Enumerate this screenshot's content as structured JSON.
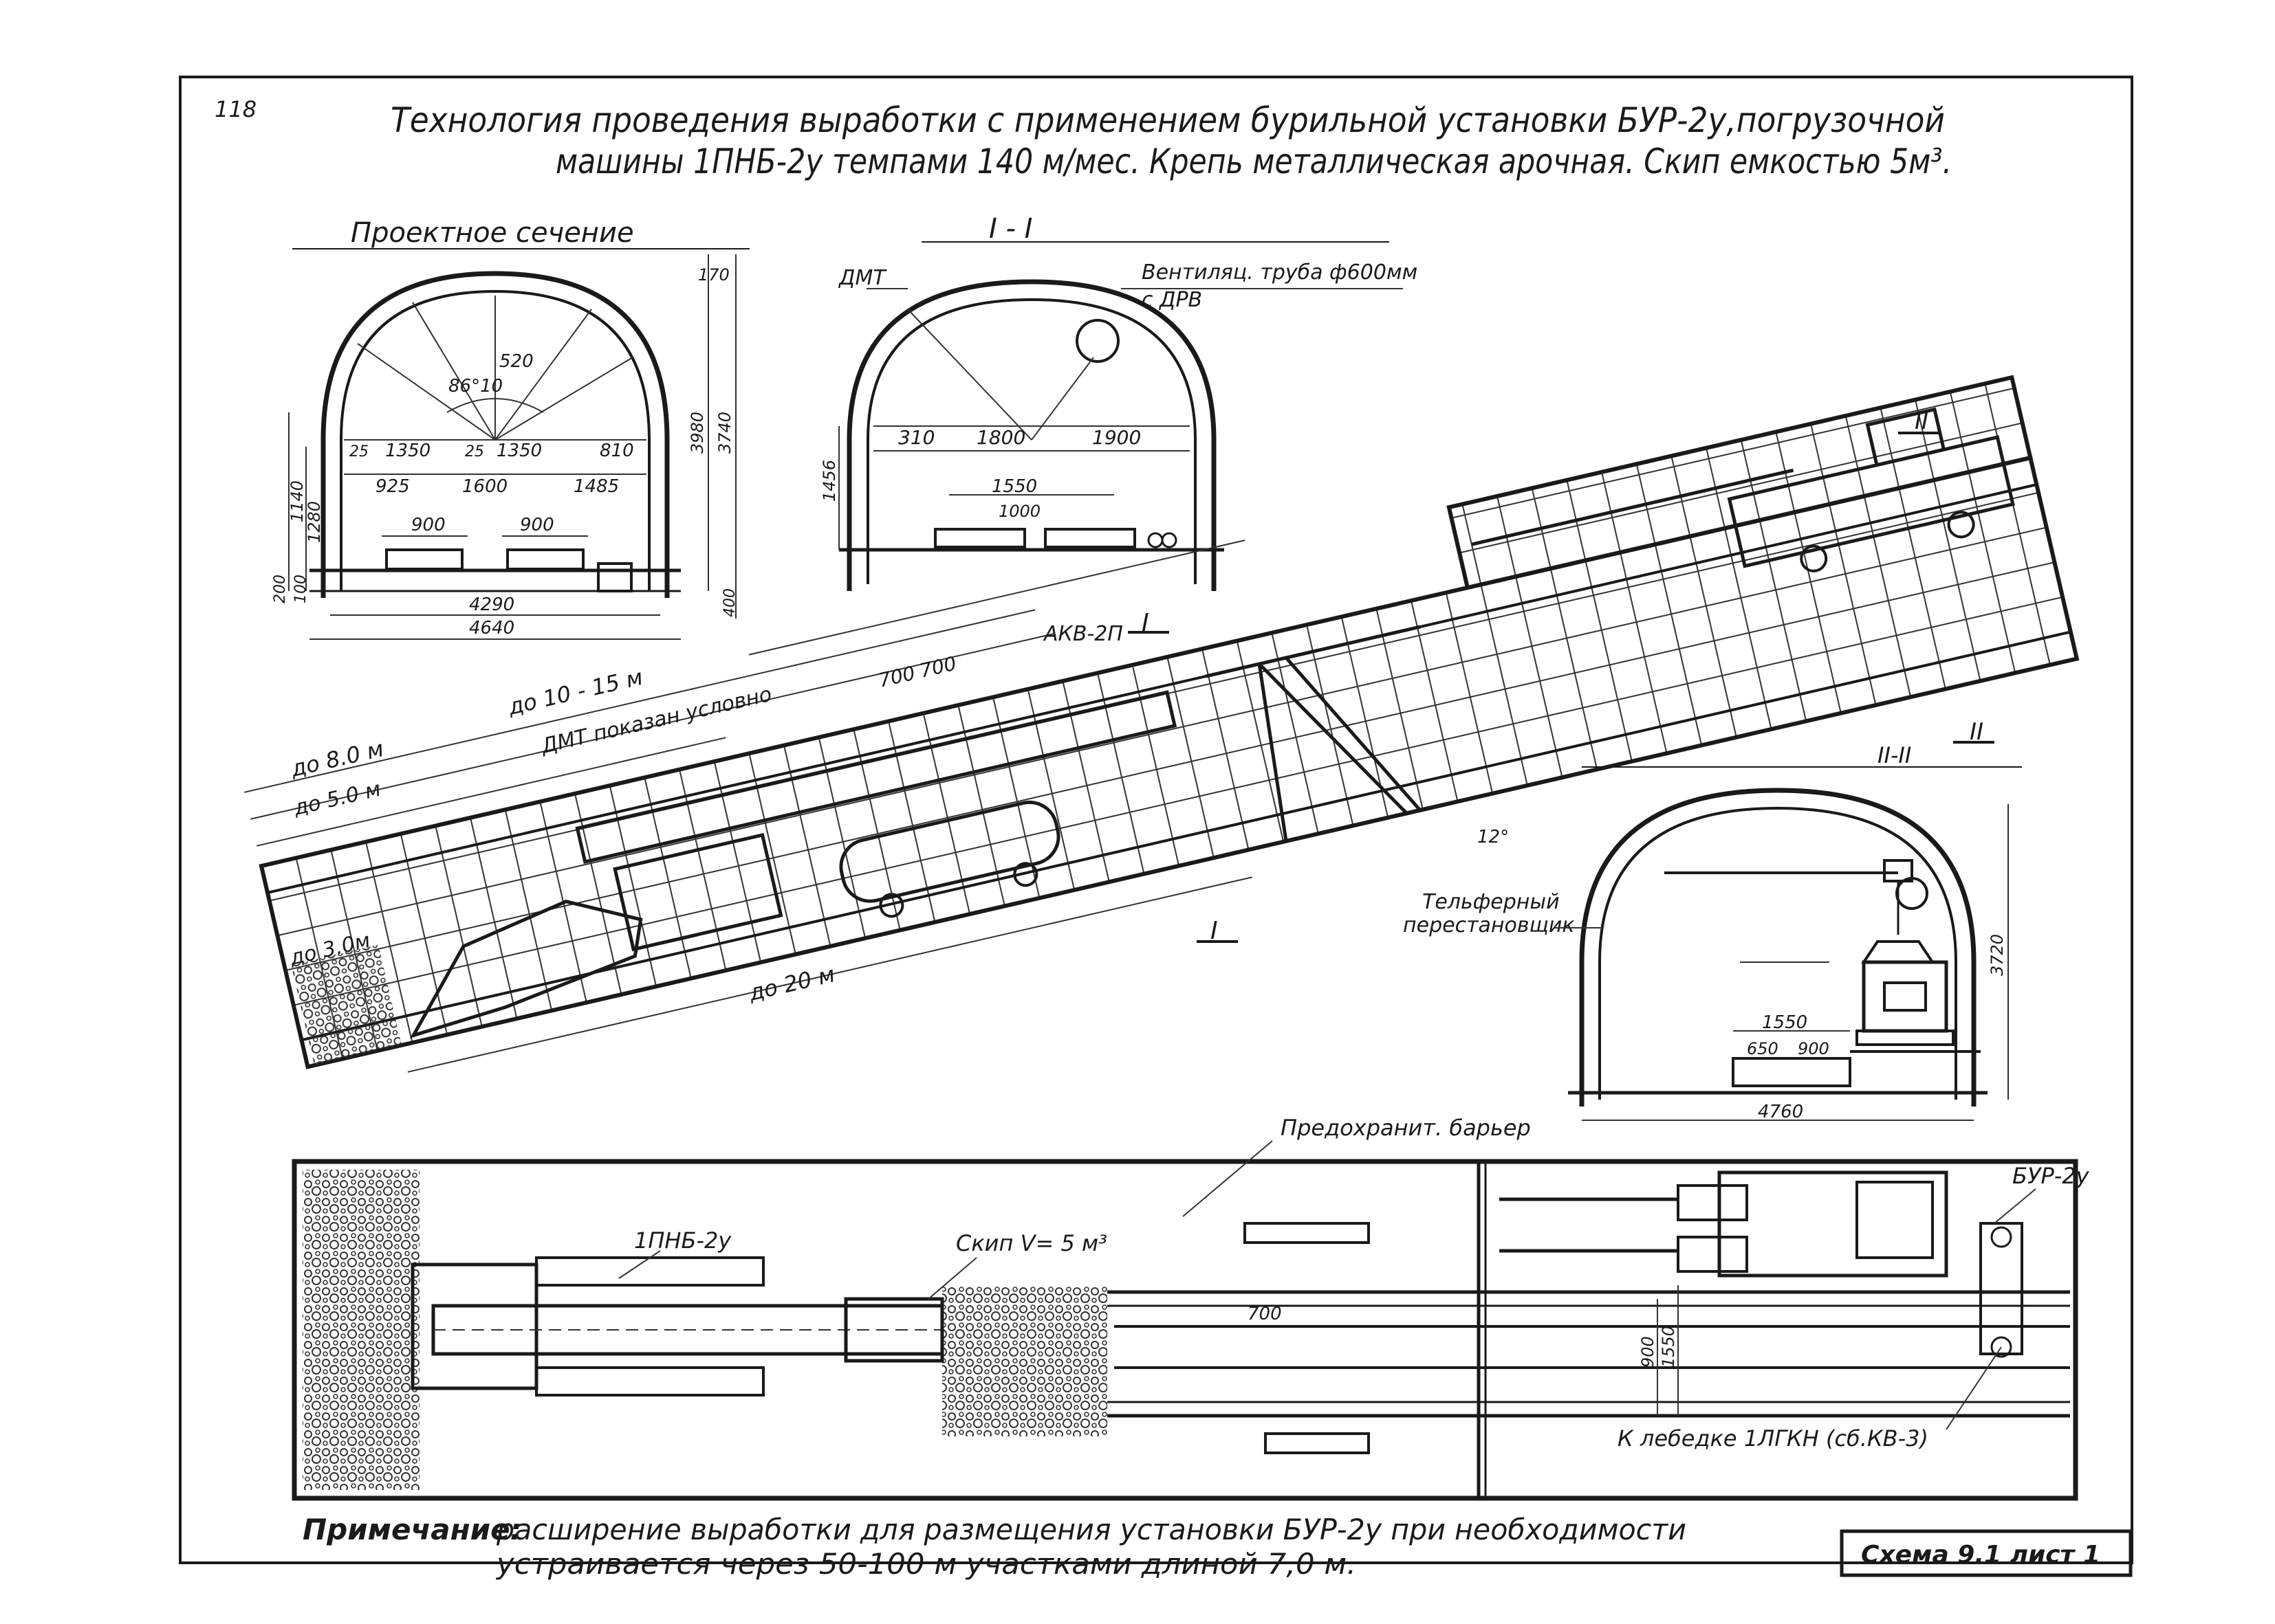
{
  "page": {
    "number": "118",
    "title_line1": "Технология проведения выработки с применением бурильной установки БУР-2у,погрузочной",
    "title_line2": "машины 1ПНБ-2у темпами 140 м/мес. Крепь металлическая арочная. Скип емкостью 5м³."
  },
  "design_section": {
    "label": "Проектное сечение",
    "dims": {
      "top": "170",
      "h1": "3980",
      "h2": "3740",
      "angle": "86°10",
      "r": "520",
      "a1": "1350",
      "a2": "1350",
      "a3": "810",
      "s1": "25",
      "s2": "25",
      "b1": "925",
      "b2": "1600",
      "b3": "1485",
      "v1": "1140",
      "v2": "1280",
      "t1": "900",
      "t2": "900",
      "base1": "200",
      "base2": "100",
      "base3": "400",
      "w1": "4290",
      "w2": "4640"
    }
  },
  "section_1": {
    "label": "I - I",
    "dmt": "ДМТ",
    "vent_line1": "Вентиляц. труба ф600мм",
    "vent_line2": "с ДРВ",
    "dims": {
      "d1": "310",
      "d2": "1800",
      "d3": "1900",
      "height": "1456",
      "g1": "1550",
      "g2": "1000"
    }
  },
  "longitudinal": {
    "akv": "АКВ-2П",
    "cut_i": "I",
    "cut_ii": "II",
    "dist_10_15": "до 10 - 15 м",
    "dmt_note": "ДМТ показан условно",
    "dist_8": "до 8.0 м",
    "dist_5": "до 5.0 м",
    "dist_3": "до 3.0м",
    "dist_20": "до 20 м",
    "spacing1": "700",
    "spacing2": "700",
    "angle": "12°"
  },
  "section_2": {
    "label": "II-II",
    "telfer_line1": "Тельферный",
    "telfer_line2": "перестановщик",
    "dims": {
      "height": "3720",
      "g1": "1550",
      "g2": "650",
      "g3": "900",
      "width": "4760"
    }
  },
  "plan": {
    "barrier": "Предохранит. барьер",
    "loader": "1ПНБ-2у",
    "skip": "Скип V= 5 м³",
    "drill": "БУР-2у",
    "winch": "К лебедке 1ЛГКН (сб.КВ-3)",
    "dims": {
      "d700": "700",
      "d900": "900",
      "d1550": "1550"
    }
  },
  "note": {
    "label": "Примечание:",
    "line1": "расширение выработки для размещения установки БУР-2у при необходимости",
    "line2": "устраивается через 50-100 м участками длиной 7,0 м."
  },
  "stamp": "Схема 9.1 лист 1"
}
